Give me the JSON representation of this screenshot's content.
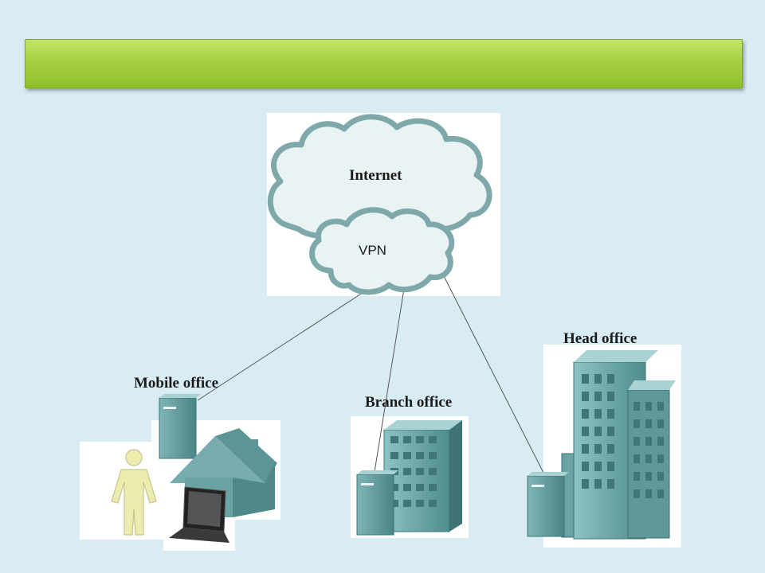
{
  "header": {
    "bar_color": "#a7d040"
  },
  "diagram": {
    "cloud_internet": "Internet",
    "cloud_vpn": "VPN",
    "sites": {
      "mobile": "Mobile office",
      "branch": "Branch office",
      "head": "Head office"
    }
  },
  "colors": {
    "background": "#daecf3",
    "building": "#6aa3a3",
    "person": "#ecebb0",
    "cloud_outline": "#7fa8ab"
  }
}
